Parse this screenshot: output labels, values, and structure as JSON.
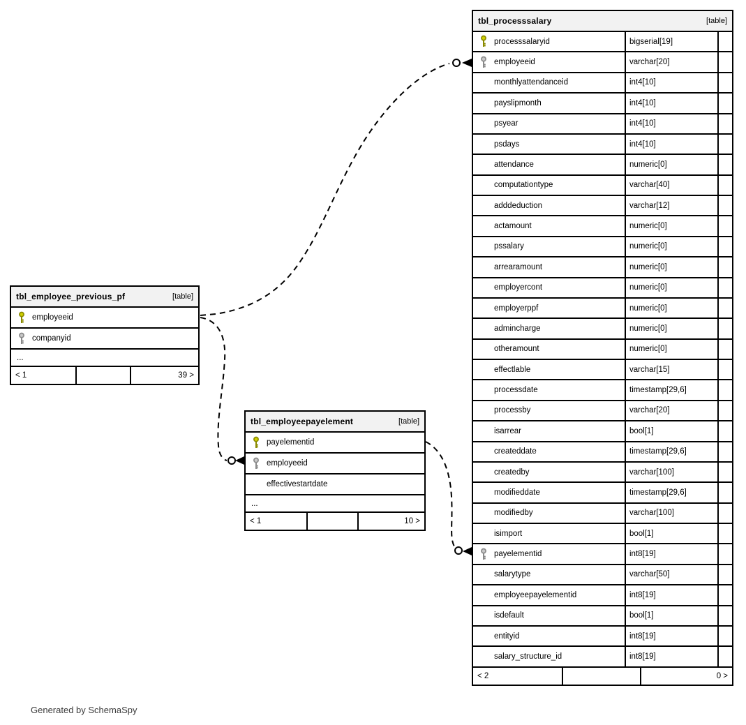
{
  "note": "Generated by SchemaSpy",
  "colors": {
    "border": "#000000",
    "header_bg": "#f2f2f2",
    "primary_key_fill": "#d0d000",
    "primary_key_stroke": "#8a8a00",
    "foreign_key_fill": "#c8c8c8",
    "foreign_key_stroke": "#8a8a8a"
  },
  "tables": [
    {
      "name": "tbl_processsalary",
      "type_label": "[table]",
      "show_types": true,
      "columns": [
        {
          "name": "processsalaryid",
          "type": "bigserial[19]",
          "key": "primary"
        },
        {
          "name": "employeeid",
          "type": "varchar[20]",
          "key": "foreign"
        },
        {
          "name": "monthlyattendanceid",
          "type": "int4[10]"
        },
        {
          "name": "payslipmonth",
          "type": "int4[10]"
        },
        {
          "name": "psyear",
          "type": "int4[10]"
        },
        {
          "name": "psdays",
          "type": "int4[10]"
        },
        {
          "name": "attendance",
          "type": "numeric[0]"
        },
        {
          "name": "computationtype",
          "type": "varchar[40]"
        },
        {
          "name": "adddeduction",
          "type": "varchar[12]"
        },
        {
          "name": "actamount",
          "type": "numeric[0]"
        },
        {
          "name": "pssalary",
          "type": "numeric[0]"
        },
        {
          "name": "arrearamount",
          "type": "numeric[0]"
        },
        {
          "name": "employercont",
          "type": "numeric[0]"
        },
        {
          "name": "employerppf",
          "type": "numeric[0]"
        },
        {
          "name": "admincharge",
          "type": "numeric[0]"
        },
        {
          "name": "otheramount",
          "type": "numeric[0]"
        },
        {
          "name": "effectlable",
          "type": "varchar[15]"
        },
        {
          "name": "processdate",
          "type": "timestamp[29,6]"
        },
        {
          "name": "processby",
          "type": "varchar[20]"
        },
        {
          "name": "isarrear",
          "type": "bool[1]"
        },
        {
          "name": "createddate",
          "type": "timestamp[29,6]"
        },
        {
          "name": "createdby",
          "type": "varchar[100]"
        },
        {
          "name": "modifieddate",
          "type": "timestamp[29,6]"
        },
        {
          "name": "modifiedby",
          "type": "varchar[100]"
        },
        {
          "name": "isimport",
          "type": "bool[1]"
        },
        {
          "name": "payelementid",
          "type": "int8[19]",
          "key": "foreign"
        },
        {
          "name": "salarytype",
          "type": "varchar[50]"
        },
        {
          "name": "employeepayelementid",
          "type": "int8[19]"
        },
        {
          "name": "isdefault",
          "type": "bool[1]"
        },
        {
          "name": "entityid",
          "type": "int8[19]"
        },
        {
          "name": "salary_structure_id",
          "type": "int8[19]"
        }
      ],
      "footer": {
        "left": "< 2",
        "right": "0 >"
      }
    },
    {
      "name": "tbl_employee_previous_pf",
      "type_label": "[table]",
      "show_types": false,
      "columns": [
        {
          "name": "employeeid",
          "key": "primary"
        },
        {
          "name": "companyid",
          "key": "foreign"
        },
        {
          "name": "...",
          "ellipsis": true
        }
      ],
      "footer": {
        "left": "< 1",
        "right": "39 >"
      }
    },
    {
      "name": "tbl_employeepayelement",
      "type_label": "[table]",
      "show_types": false,
      "columns": [
        {
          "name": "payelementid",
          "key": "primary"
        },
        {
          "name": "employeeid",
          "key": "foreign"
        },
        {
          "name": "effectivestartdate"
        },
        {
          "name": "...",
          "ellipsis": true
        }
      ],
      "footer": {
        "left": "< 1",
        "right": "10 >"
      }
    }
  ],
  "relationships": [
    {
      "from": "tbl_employee_previous_pf.employeeid",
      "to": "tbl_processsalary.employeeid"
    },
    {
      "from": "tbl_employee_previous_pf.employeeid",
      "to": "tbl_employeepayelement.employeeid"
    },
    {
      "from": "tbl_employeepayelement.payelementid",
      "to": "tbl_processsalary.payelementid"
    }
  ]
}
